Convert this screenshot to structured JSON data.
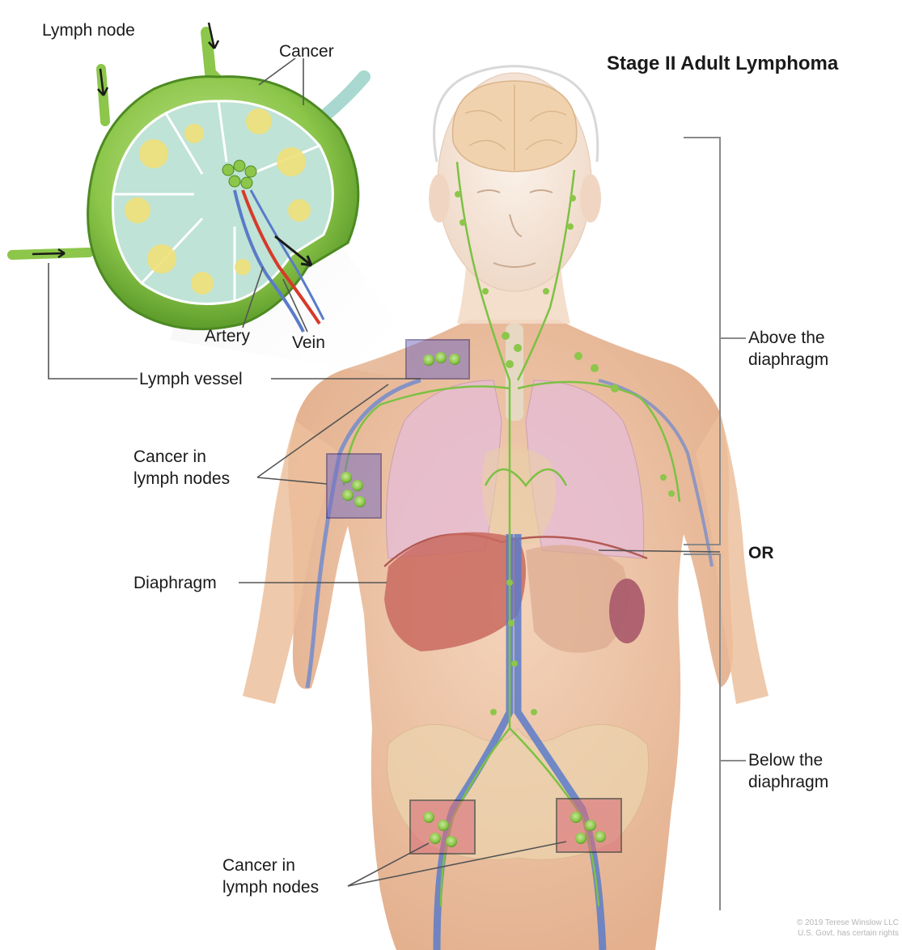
{
  "title": "Stage II Adult Lymphoma",
  "or_label": "OR",
  "labels": {
    "lymph_node": "Lymph node",
    "cancer": "Cancer",
    "artery": "Artery",
    "vein": "Vein",
    "lymph_vessel": "Lymph vessel",
    "cancer_in_lymph_nodes_upper": [
      "Cancer in",
      "lymph nodes"
    ],
    "diaphragm": "Diaphragm",
    "above_the_diaphragm": [
      "Above the",
      "diaphragm"
    ],
    "below_the_diaphragm": [
      "Below the",
      "diaphragm"
    ],
    "cancer_in_lymph_nodes_lower": [
      "Cancer in",
      "lymph nodes"
    ]
  },
  "copyright": [
    "© 2019 Terese Winslow LLC",
    "U.S. Govt. has certain rights"
  ],
  "colors": {
    "skin": "#eec3a2",
    "lymph_green": "#7cc144",
    "node_green": "#9ccf5a",
    "lung_pink": "#e6b9cf",
    "liver_red": "#c9655a",
    "vessel_blue": "#5a7bc9",
    "artery_red": "#d63a2a",
    "highlight_box": "#6a5fb0",
    "lower_box": "#d8707a"
  }
}
